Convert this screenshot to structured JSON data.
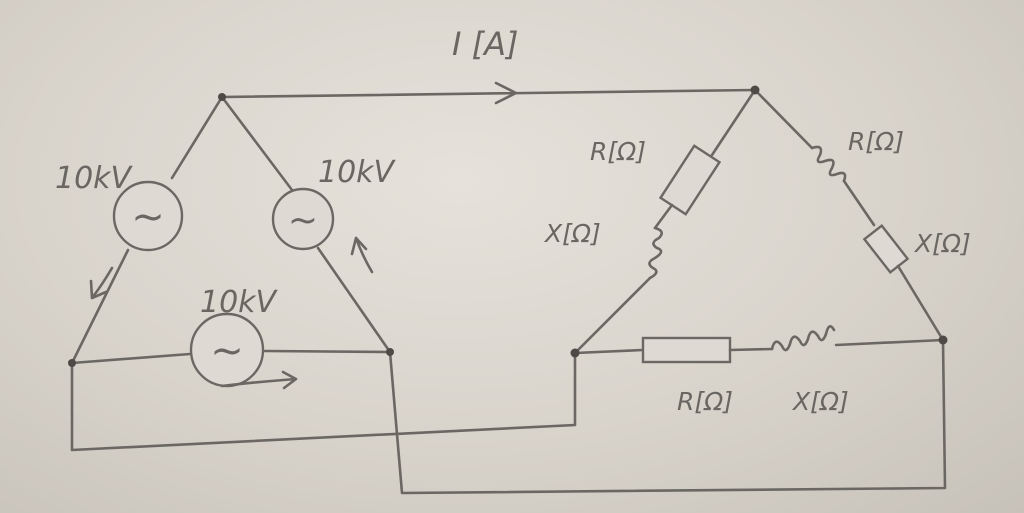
{
  "labels": {
    "current": "I [A]",
    "source_left": "10kV",
    "source_right": "10kV",
    "source_bottom": "10kV",
    "load_left_r": "R[Ω]",
    "load_left_x": "X[Ω]",
    "load_right_r": "R[Ω]",
    "load_right_x": "X[Ω]",
    "load_bottom_r": "R[Ω]",
    "load_bottom_x": "X[Ω]"
  },
  "symbols": {
    "ac_source": "~"
  },
  "colors": {
    "paper": "#dedad3",
    "ink": "#6b6863"
  }
}
